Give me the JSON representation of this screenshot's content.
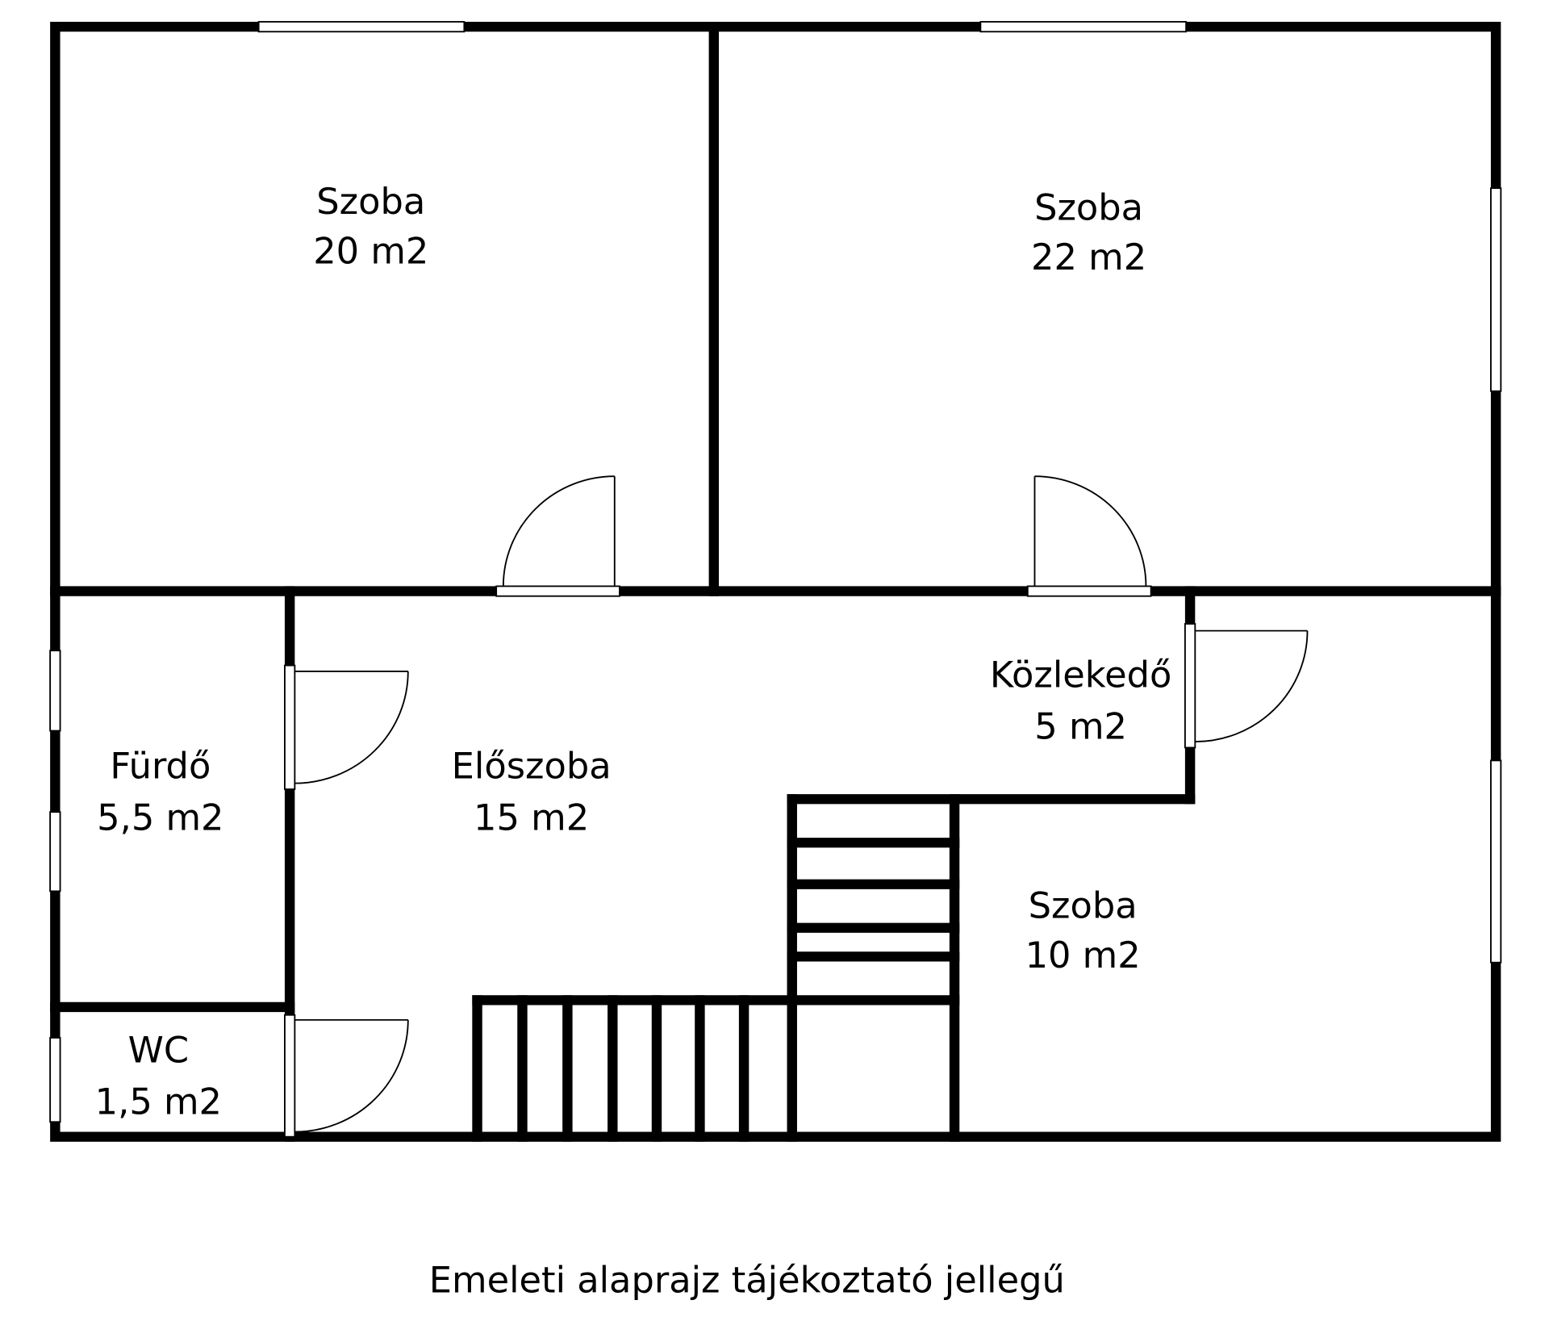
{
  "rooms": [
    {
      "name": "Szoba",
      "area": "20 m2"
    },
    {
      "name": "Szoba",
      "area": "22 m2"
    },
    {
      "name": "Közlekedő",
      "area": "5 m2"
    },
    {
      "name": "Előszoba",
      "area": "15 m2"
    },
    {
      "name": "Fürdő",
      "area": "5,5 m2"
    },
    {
      "name": "Szoba",
      "area": "10 m2"
    },
    {
      "name": "WC",
      "area": "1,5 m2"
    }
  ],
  "caption": "Emeleti alaprajz tájékoztató jellegű"
}
